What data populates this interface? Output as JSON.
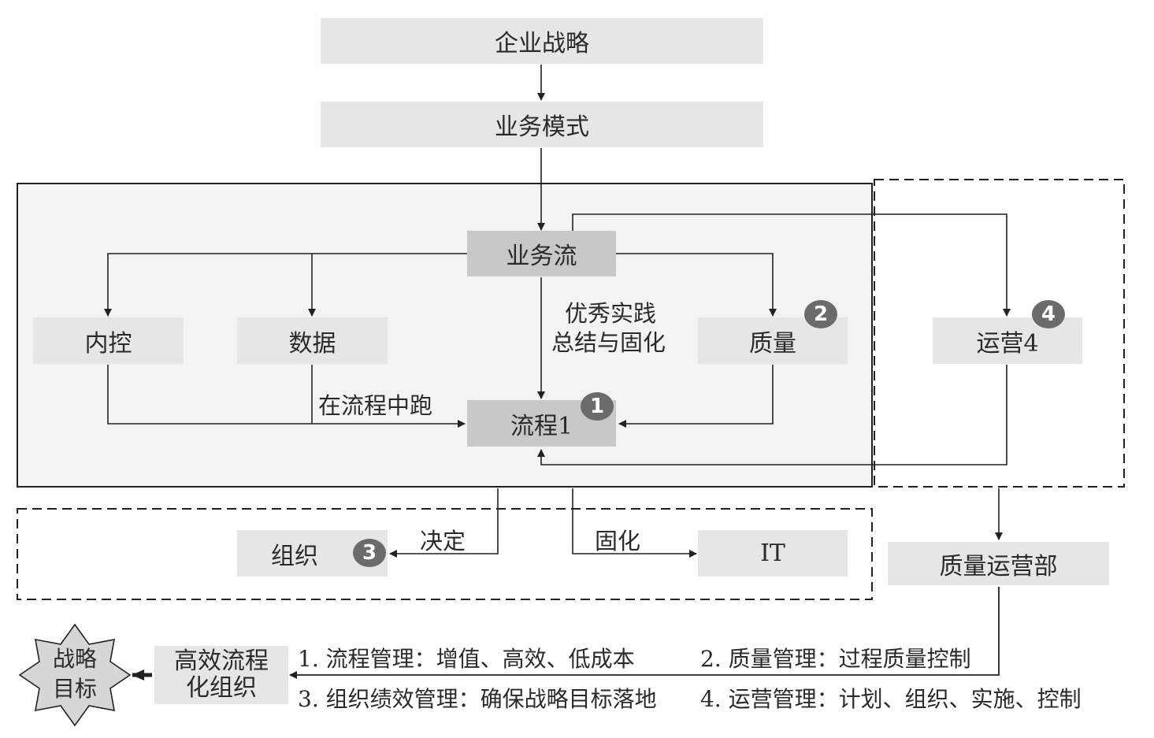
{
  "boxes": {
    "strategy": "企业战略",
    "business_model": "业务模式",
    "business_flow": "业务流",
    "internal_control": "内控",
    "data": "数据",
    "quality": "质量",
    "process": "流程1",
    "operation": "运营4",
    "organization": "组织",
    "it": "IT",
    "quality_ops_dept": "质量运营部",
    "efficient_org_line1": "高效流程",
    "efficient_org_line2": "化组织",
    "goal_line1": "战略",
    "goal_line2": "目标"
  },
  "badges": {
    "process": "1",
    "quality": "2",
    "organization": "3",
    "operation": "4"
  },
  "labels": {
    "best_practice_line1": "优秀实践",
    "best_practice_line2": "总结与固化",
    "run_in_process": "在流程中跑",
    "decide": "决定",
    "solidify": "固化"
  },
  "notes": {
    "item1": "1. 流程管理：增值、高效、低成本",
    "item2": "2. 质量管理：过程质量控制",
    "item3": "3. 组织绩效管理：确保战略目标落地",
    "item4": "4. 运营管理：计划、组织、实施、控制"
  },
  "colors": {
    "box": "#e6e6e6",
    "box_dark": "#c8c8c8",
    "panel": "#f3f3f3",
    "badge": "#6b6b6b"
  }
}
